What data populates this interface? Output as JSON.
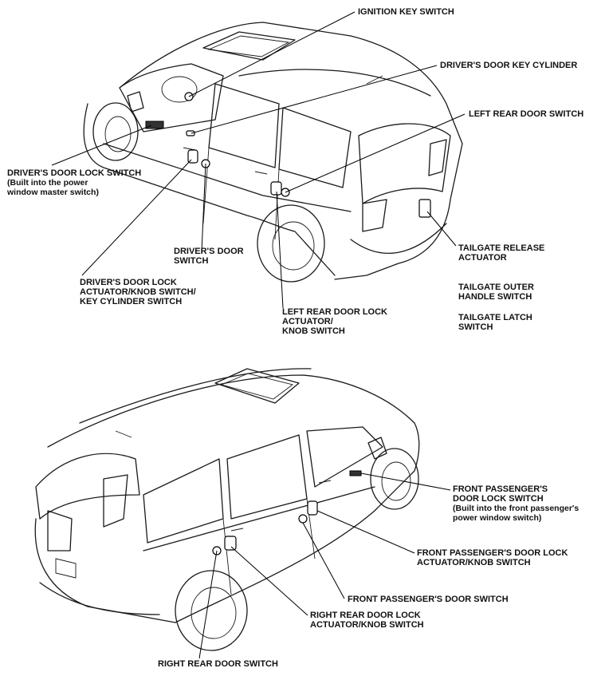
{
  "top_labels": {
    "ignition_key_switch": "IGNITION KEY SWITCH",
    "drivers_door_key_cylinder": "DRIVER'S DOOR KEY CYLINDER",
    "left_rear_door_switch": "LEFT REAR DOOR SWITCH",
    "drivers_door_lock_switch": [
      "DRIVER'S DOOR LOCK SWITCH",
      "(Built into the power",
      "window master switch)"
    ],
    "drivers_door_switch": [
      "DRIVER'S DOOR",
      "SWITCH"
    ],
    "drivers_door_lock_actuator": [
      "DRIVER'S DOOR LOCK",
      "ACTUATOR/KNOB SWITCH/",
      "KEY CYLINDER SWITCH"
    ],
    "left_rear_door_lock_actuator": [
      "LEFT REAR DOOR LOCK",
      "ACTUATOR/",
      "KNOB SWITCH"
    ],
    "tailgate_release_actuator": [
      "TAILGATE RELEASE",
      "ACTUATOR"
    ],
    "tailgate_outer_handle_switch": [
      "TAILGATE OUTER",
      "HANDLE SWITCH"
    ],
    "tailgate_latch_switch": [
      "TAILGATE LATCH",
      "SWITCH"
    ]
  },
  "bottom_labels": {
    "front_passenger_door_lock_switch": [
      "FRONT PASSENGER'S",
      "DOOR LOCK SWITCH",
      "(Built into the front passenger's",
      "power window switch)"
    ],
    "front_passenger_door_lock_actuator": [
      "FRONT PASSENGER'S DOOR LOCK",
      "ACTUATOR/KNOB SWITCH"
    ],
    "front_passenger_door_switch": "FRONT PASSENGER'S DOOR SWITCH",
    "right_rear_door_lock_actuator": [
      "RIGHT REAR DOOR LOCK",
      "ACTUATOR/KNOB SWITCH"
    ],
    "right_rear_door_switch": "RIGHT REAR DOOR SWITCH"
  }
}
